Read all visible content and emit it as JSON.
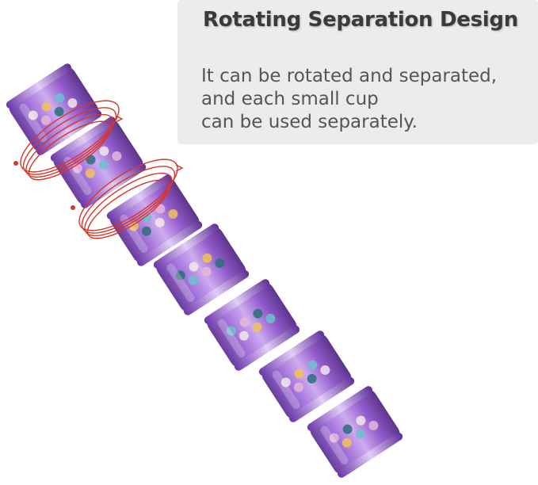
{
  "panel": {
    "title": "Rotating Separation Design",
    "description_lines": [
      "It can be rotated and separated,",
      "and each small cup",
      "can be used separately."
    ]
  },
  "product_image": {
    "cup_count": 7,
    "colors": {
      "cup_body": "#8a4fc9",
      "cup_highlight": "#c9a5ee",
      "cup_dark": "#5b2c95",
      "rotation_arrow": "#d8362a",
      "panel_background": "#ececec"
    },
    "pill_colors": [
      "#f2e9ea",
      "#e9b7d8",
      "#f0c25a",
      "#2c6f7a",
      "#6fc0d0"
    ]
  }
}
